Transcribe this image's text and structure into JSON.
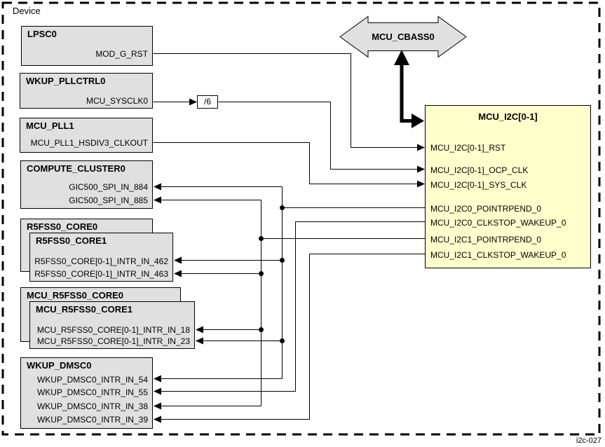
{
  "device_label": "Device",
  "figure_label": "i2c-027",
  "divider_label": "/6",
  "cbass": {
    "label": "MCU_CBASS0"
  },
  "i2c": {
    "title": "MCU_I2C[0-1]",
    "signals": {
      "rst": "MCU_I2C[0-1]_RST",
      "ocp_clk": "MCU_I2C[0-1]_OCP_CLK",
      "sys_clk": "MCU_I2C[0-1]_SYS_CLK",
      "i2c0_pointrpend": "MCU_I2C0_POINTRPEND_0",
      "i2c0_clkstop_wakeup": "MCU_I2C0_CLKSTOP_WAKEUP_0",
      "i2c1_pointrpend": "MCU_I2C1_POINTRPEND_0",
      "i2c1_clkstop_wakeup": "MCU_I2C1_CLKSTOP_WAKEUP_0"
    }
  },
  "blocks": {
    "lpsc0": {
      "title": "LPSC0",
      "signals": [
        "MOD_G_RST"
      ]
    },
    "wkup_pllctrl0": {
      "title": "WKUP_PLLCTRL0",
      "signals": [
        "MCU_SYSCLK0"
      ]
    },
    "mcu_pll1": {
      "title": "MCU_PLL1",
      "signals": [
        "MCU_PLL1_HSDIV3_CLKOUT"
      ]
    },
    "compute_cluster0": {
      "title": "COMPUTE_CLUSTER0",
      "signals": [
        "GIC500_SPI_IN_884",
        "GIC500_SPI_IN_885"
      ]
    },
    "r5fss0": {
      "outer_title": "R5FSS0_CORE0",
      "inner_title": "R5FSS0_CORE1",
      "signals": [
        "R5FSS0_CORE[0-1]_INTR_IN_462",
        "R5FSS0_CORE[0-1]_INTR_IN_463"
      ]
    },
    "mcu_r5fss0": {
      "outer_title": "MCU_R5FSS0_CORE0",
      "inner_title": "MCU_R5FSS0_CORE1",
      "signals": [
        "MCU_R5FSS0_CORE[0-1]_INTR_IN_18",
        "MCU_R5FSS0_CORE[0-1]_INTR_IN_23"
      ]
    },
    "wkup_dmsc0": {
      "title": "WKUP_DMSC0",
      "signals": [
        "WKUP_DMSC0_INTR_IN_54",
        "WKUP_DMSC0_INTR_IN_55",
        "WKUP_DMSC0_INTR_IN_38",
        "WKUP_DMSC0_INTR_IN_39"
      ]
    }
  },
  "colors": {
    "block_fill": "#e0e0e0",
    "module_fill": "#ffffcc",
    "wire": "#000000"
  }
}
